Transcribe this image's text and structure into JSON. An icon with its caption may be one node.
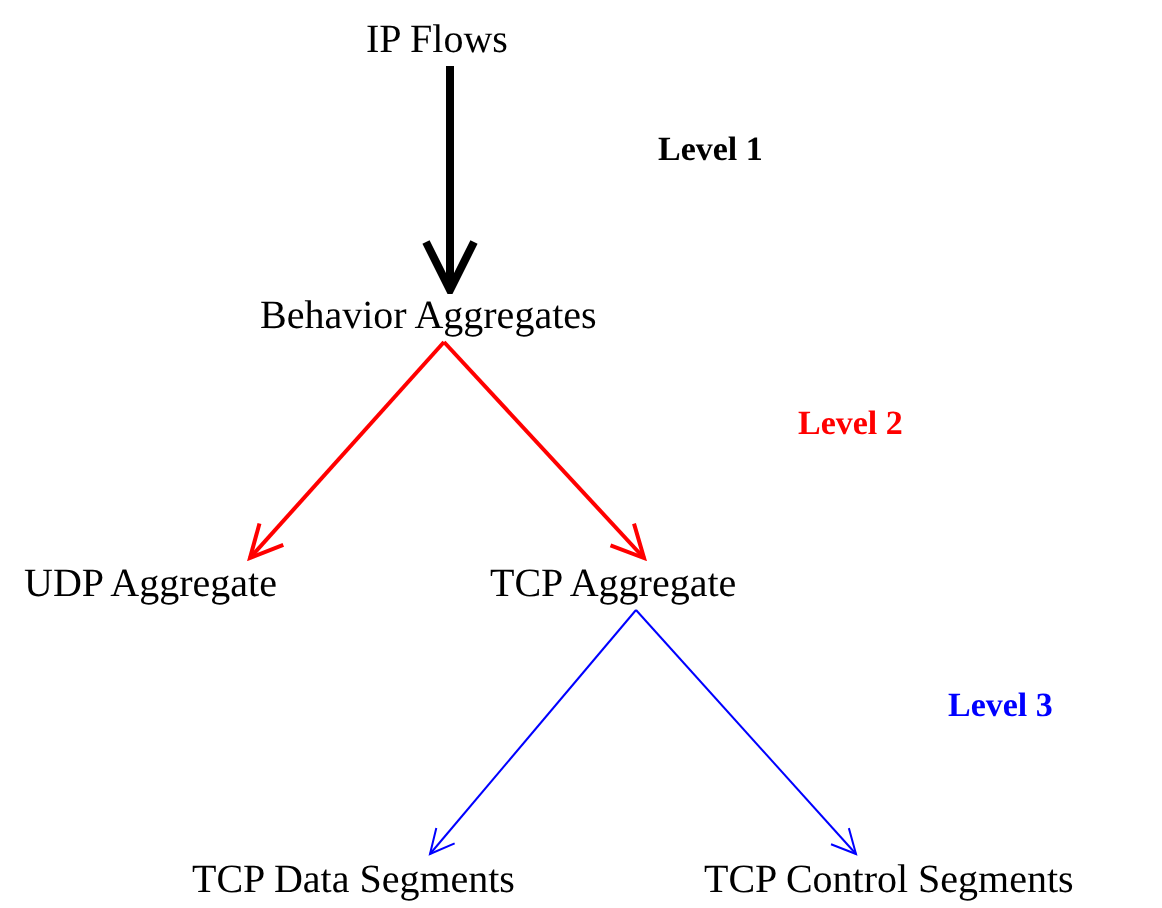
{
  "diagram": {
    "nodes": [
      {
        "text": [
          "IP Flows"
        ]
      },
      {
        "text": [
          "Behavior Aggregates"
        ]
      },
      {
        "text": [
          "UDP Aggregate"
        ]
      },
      {
        "text": [
          "TCP Aggregate"
        ]
      },
      {
        "text": [
          "TCP Data Segments"
        ]
      },
      {
        "text": [
          "TCP Control Segments"
        ]
      }
    ],
    "edges": [
      {
        "from": 0,
        "to": 1,
        "arrow": "to",
        "style": "thick",
        "color": "#000000"
      },
      {
        "from": 1,
        "to": 2,
        "arrow": "to",
        "color": "#ff0000"
      },
      {
        "from": 1,
        "to": 3,
        "arrow": "to",
        "color": "#ff0000"
      },
      {
        "from": 3,
        "to": 4,
        "arrow": "to",
        "color": "#0000ff"
      },
      {
        "from": 3,
        "to": 5,
        "arrow": "to",
        "color": "#0000ff"
      }
    ],
    "labels": [
      "Level 1",
      "Level 2",
      "Level 3"
    ]
  }
}
